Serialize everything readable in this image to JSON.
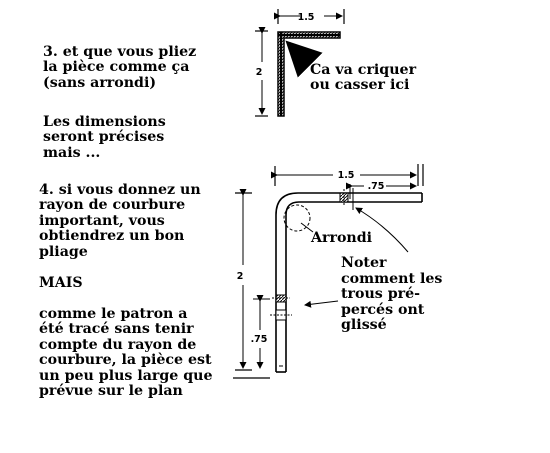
{
  "step3": {
    "lines": [
      "3. et que vous pliez",
      "la pièce comme ça",
      "(sans arrondi)"
    ],
    "dims_lines": [
      "Les dimensions",
      "seront précises",
      "mais ..."
    ]
  },
  "crack_note": [
    "Ca va criquer",
    "ou casser ici"
  ],
  "step4": {
    "lines": [
      "4. si vous donnez un",
      "rayon de courbure",
      "important, vous",
      "obtiendrez un bon",
      "pliage"
    ],
    "mais": "MAIS",
    "note_lines": [
      "comme le patron a",
      "été tracé sans tenir",
      "compte du rayon de",
      "courbure, la pièce est",
      "un peu plus large que",
      "prévue sur le plan"
    ]
  },
  "arrondi": "Arrondi",
  "holes_note": [
    "Noter",
    "comment les",
    "trous pré-",
    "percés ont",
    "glissé"
  ],
  "top_figure": {
    "width_dim": "1.5",
    "height_dim": "2"
  },
  "bottom_figure": {
    "width_dim": "1.5",
    "hole_dim_top": ".75",
    "height_dim": "2",
    "hole_dim_side": ".75"
  }
}
